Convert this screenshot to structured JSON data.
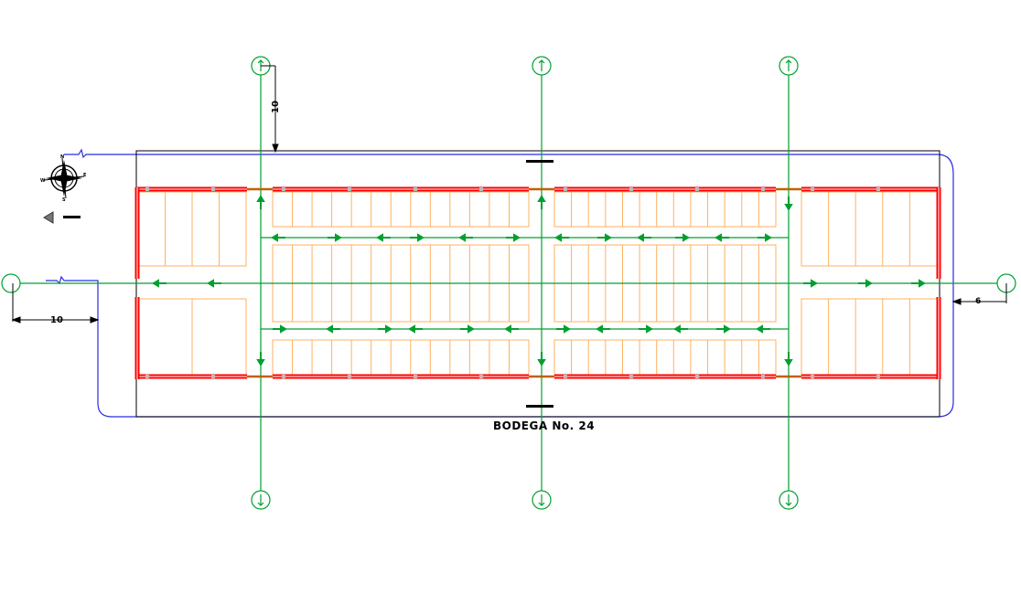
{
  "drawing": {
    "title": "BODEGA No. 24",
    "dimensions": {
      "top_offset": "10",
      "left_offset": "10",
      "right_offset": "6"
    },
    "compass": {
      "n": "N",
      "e": "E",
      "s": "S",
      "w": "W"
    },
    "colors": {
      "wall": "#ff0000",
      "grid": "#009a2e",
      "stall": "#ffb060",
      "boundary": "#2020e0",
      "door": "#c06000"
    }
  }
}
